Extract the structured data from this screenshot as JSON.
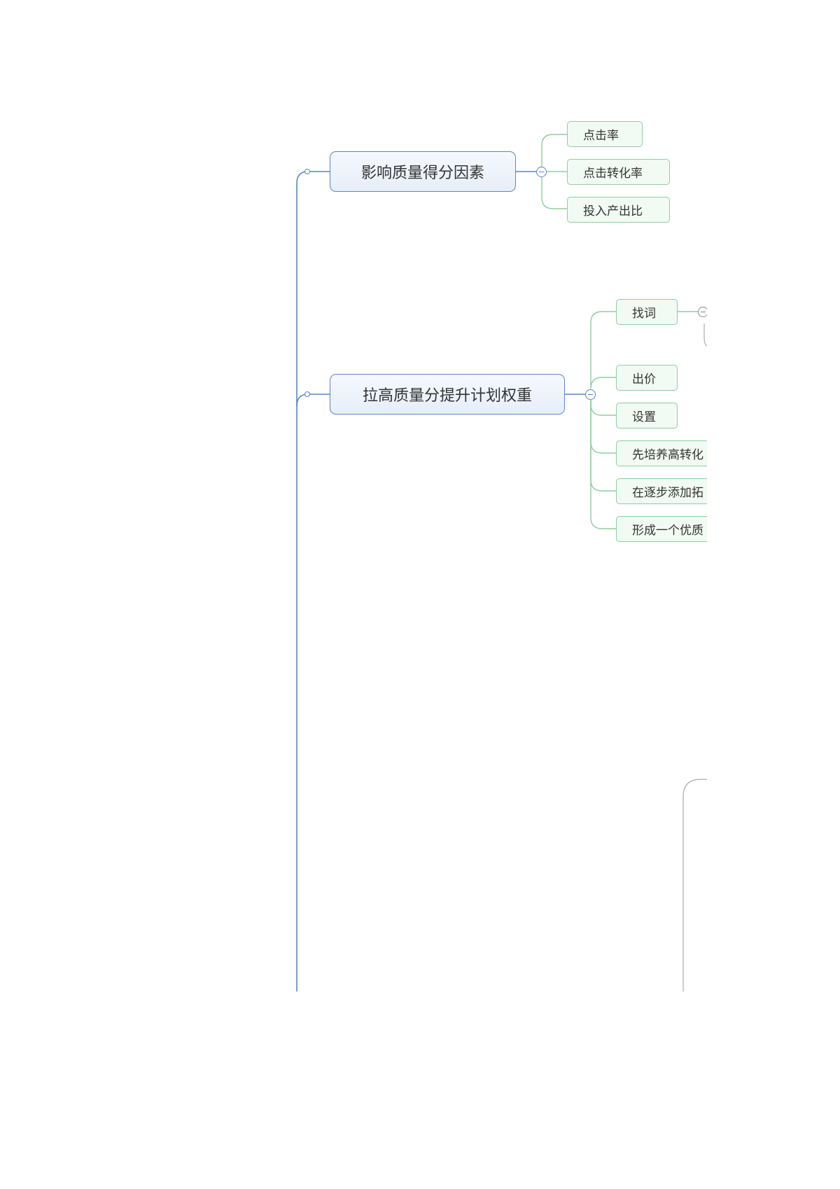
{
  "mindmap": {
    "topics": [
      {
        "label": "影响质量得分因素",
        "children": [
          "点击率",
          "点击转化率",
          "投入产出比"
        ]
      },
      {
        "label": "拉高质量分提升计划权重",
        "children": [
          "找词",
          "出价",
          "设置",
          "先培养高转化",
          "在逐步添加拓",
          "形成一个优质"
        ]
      }
    ]
  },
  "colors": {
    "main_border": "#5b86c2",
    "main_fill": "#e6eef9",
    "leaf_border": "#8fce9f",
    "leaf_fill": "#f1faf3",
    "spine": "#5b86c2",
    "leaf_connector": "#8fce9f"
  },
  "icons": {
    "collapse": "minus-circle-icon",
    "junction": "connector-dot-icon"
  }
}
